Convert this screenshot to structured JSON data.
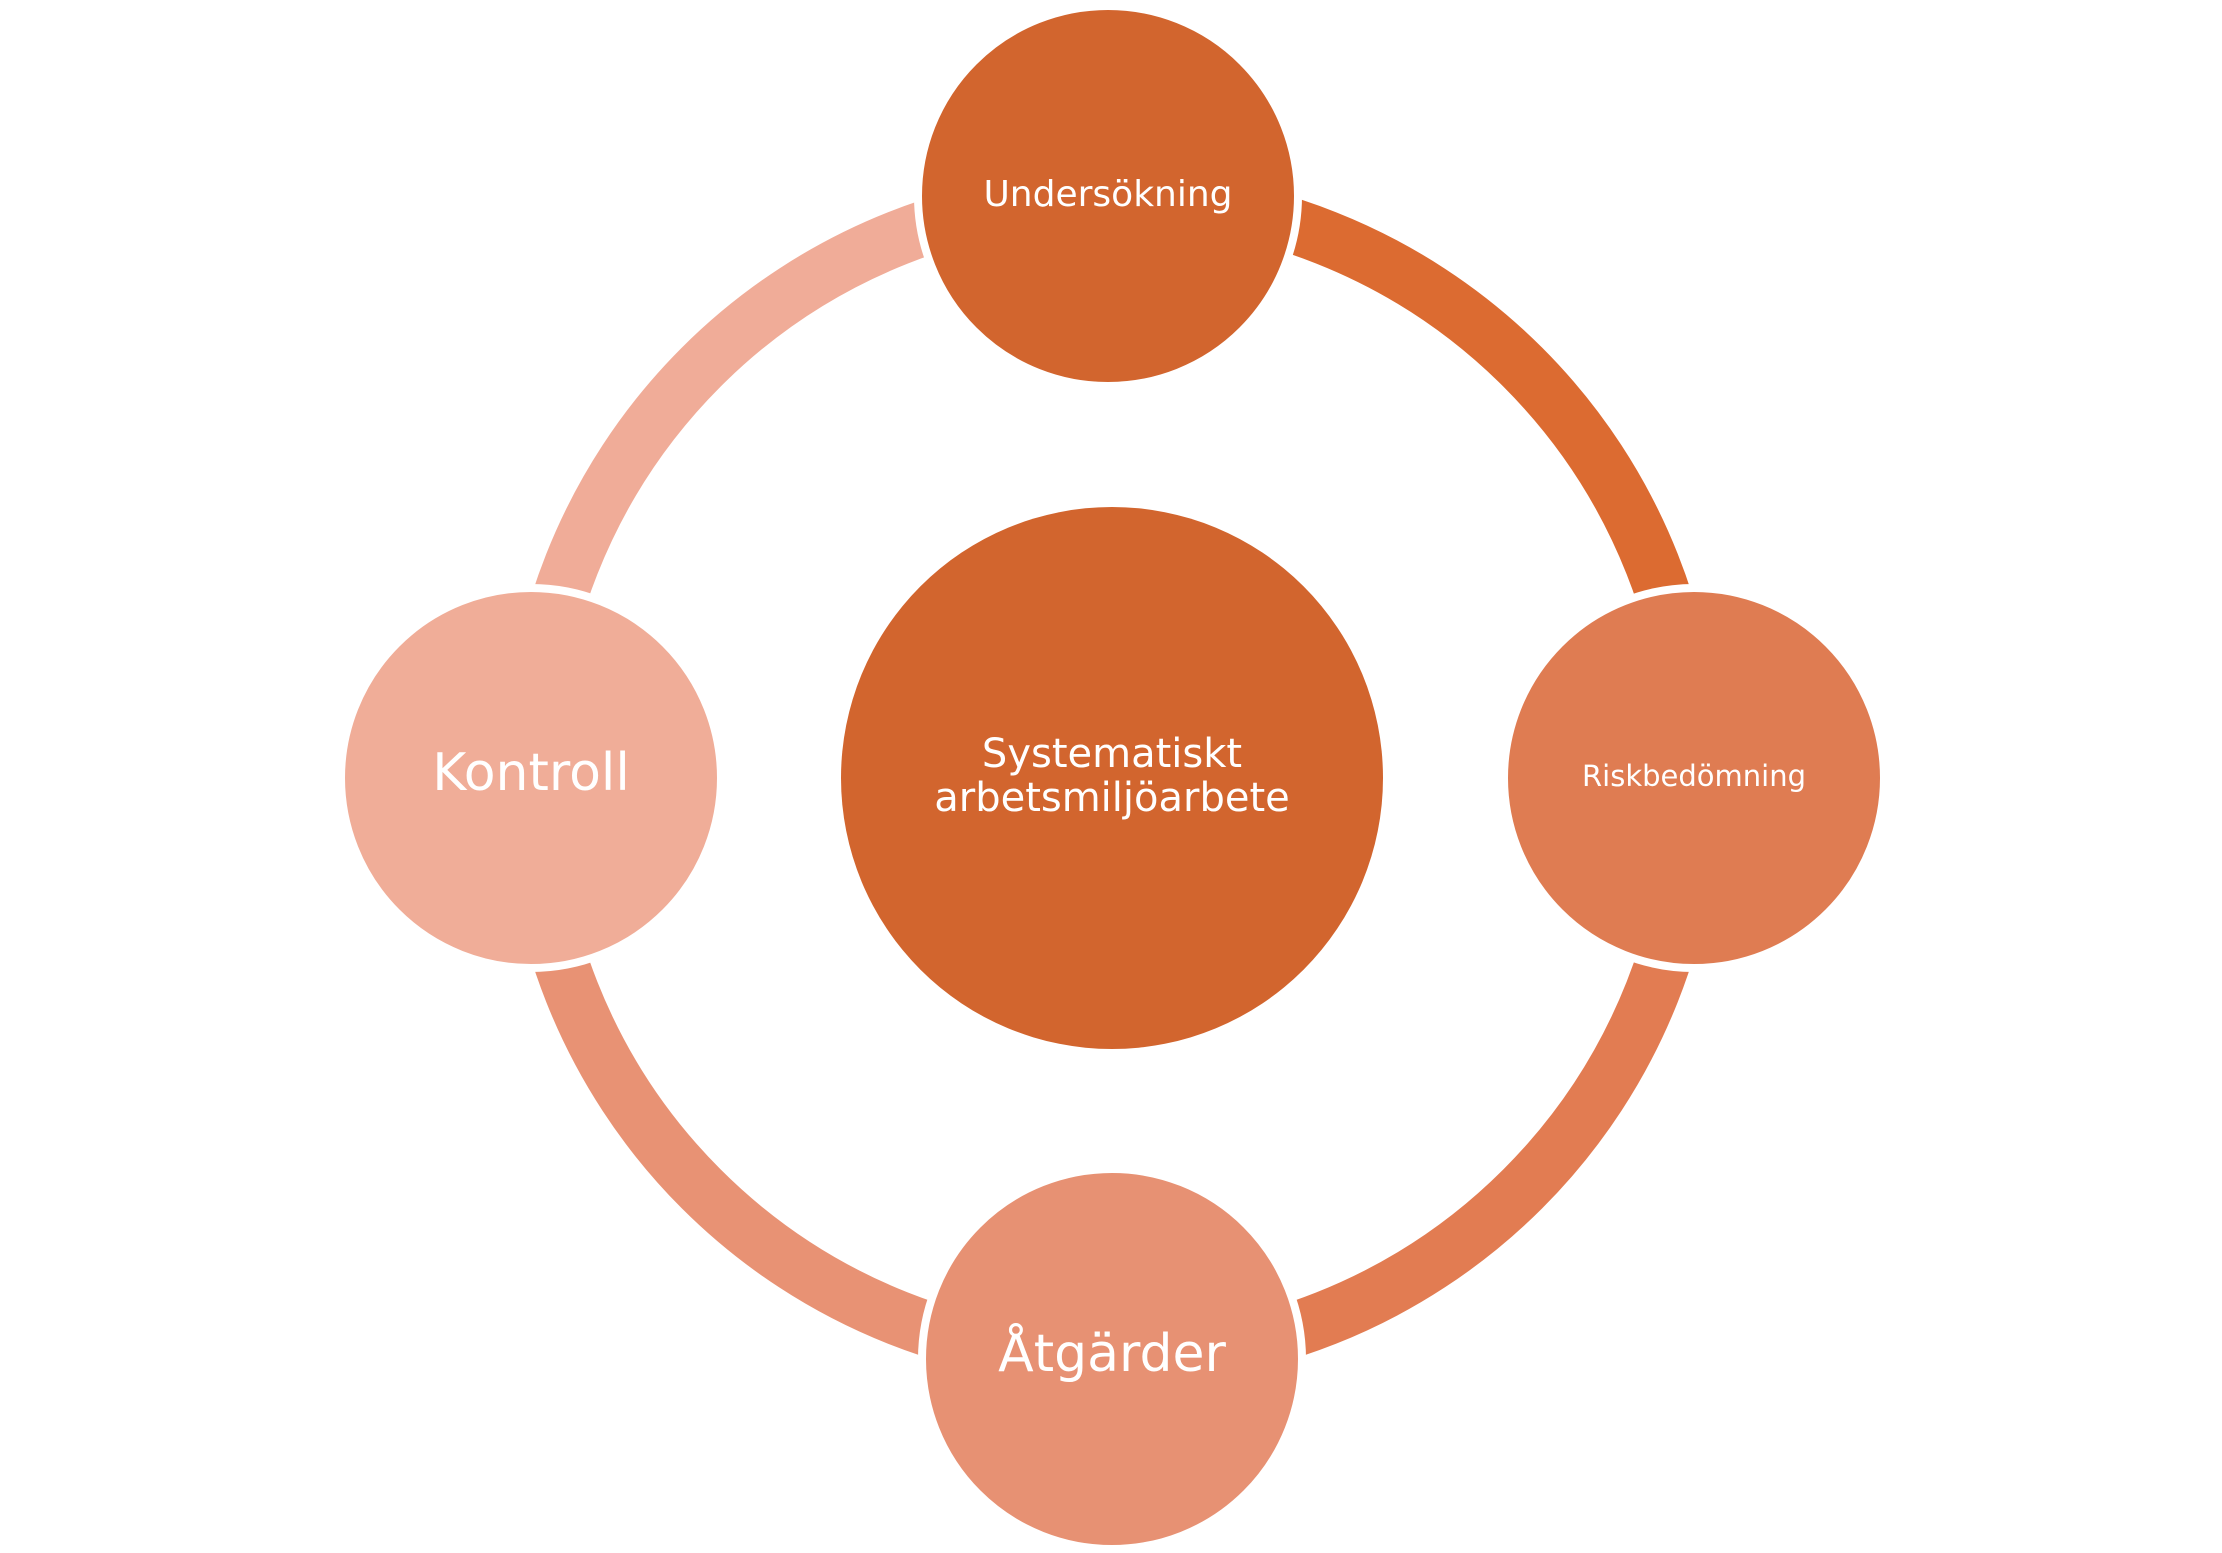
{
  "diagram": {
    "center": {
      "label_lines": [
        "Systematiskt",
        "arbetsmiljöarbete"
      ],
      "color": "#D2652E"
    },
    "nodes": [
      {
        "id": "top",
        "label": "Undersökning",
        "color": "#D2652E"
      },
      {
        "id": "right",
        "label": "Riskbedömning",
        "color": "#DF7C52"
      },
      {
        "id": "bottom",
        "label": "Åtgärder",
        "color": "#E79173"
      },
      {
        "id": "left",
        "label": "Kontroll",
        "color": "#F0AD98"
      }
    ],
    "arcs": [
      {
        "from": "Undersökning",
        "to": "Riskbedömning",
        "color": "#DC6B31"
      },
      {
        "from": "Riskbedömning",
        "to": "Åtgärder",
        "color": "#E27C52"
      },
      {
        "from": "Åtgärder",
        "to": "Kontroll",
        "color": "#E89274"
      },
      {
        "from": "Kontroll",
        "to": "Undersökning",
        "color": "#F0AC98"
      }
    ]
  }
}
